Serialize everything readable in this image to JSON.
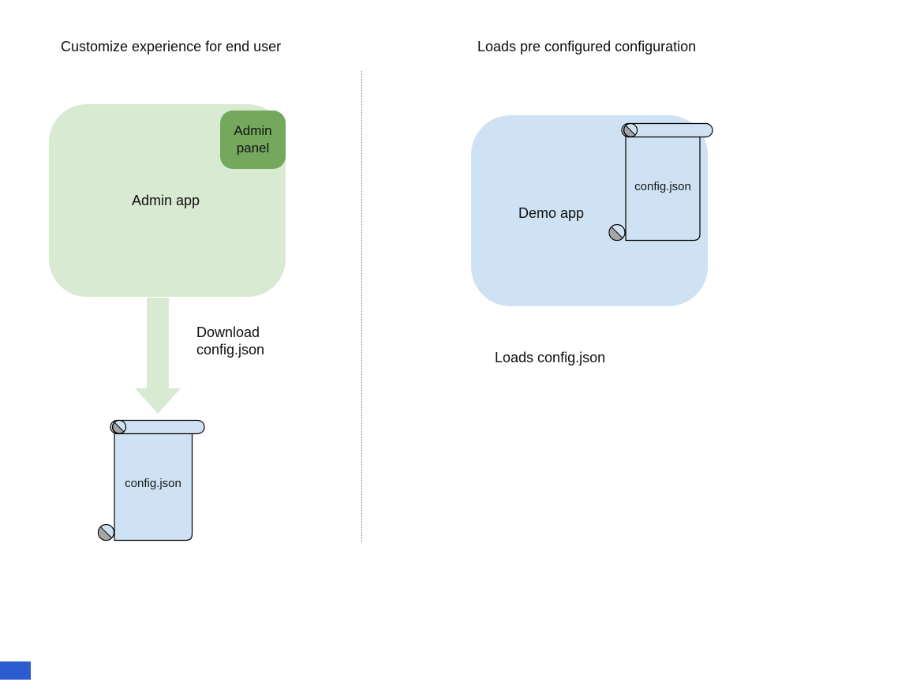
{
  "colors": {
    "light_green": "#d9ead3",
    "panel_green": "#74a85c",
    "light_blue": "#cfe2f3",
    "curl_gray": "#a6a6a6",
    "shape_outline": "#000000",
    "divider_gray": "#767676",
    "corner_blue": "#2d5bd0"
  },
  "left": {
    "title": "Customize experience for end user",
    "admin_app_label": "Admin app",
    "admin_panel_label": "Admin panel",
    "download_lines": [
      "Download",
      "config.json"
    ],
    "config_file_label": "config.json"
  },
  "right": {
    "title": "Loads pre configured configuration",
    "demo_app_label": "Demo app",
    "config_file_label": "config.json",
    "caption": "Loads config.json"
  }
}
